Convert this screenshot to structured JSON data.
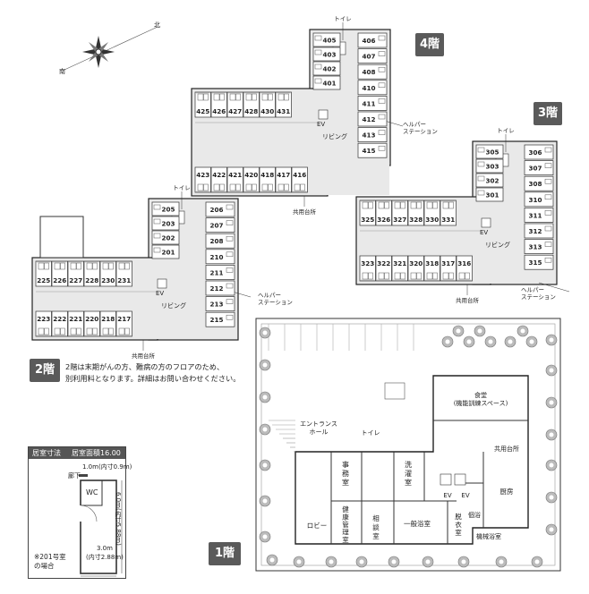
{
  "compass": {
    "north": "北",
    "south": "南"
  },
  "floor4": {
    "label": "4階",
    "rooms_vertical_left": [
      "405",
      "403",
      "402",
      "401"
    ],
    "rooms_vertical_right": [
      "406",
      "407",
      "408",
      "410",
      "411",
      "412",
      "413",
      "415"
    ],
    "rooms_top_row": [
      "425",
      "426",
      "427",
      "428",
      "430",
      "431"
    ],
    "rooms_bottom_row": [
      "423",
      "422",
      "421",
      "420",
      "418",
      "417",
      "416"
    ],
    "toilet": "トイレ",
    "ev": "EV",
    "living": "リビング",
    "kitchen": "共用台所",
    "helper": "ヘルパー\nステーション"
  },
  "floor3": {
    "label": "3階",
    "rooms_vertical_left": [
      "305",
      "303",
      "302",
      "301"
    ],
    "rooms_vertical_right": [
      "306",
      "307",
      "308",
      "310",
      "311",
      "312",
      "313",
      "315"
    ],
    "rooms_top_row": [
      "325",
      "326",
      "327",
      "328",
      "330",
      "331"
    ],
    "rooms_bottom_row": [
      "323",
      "322",
      "321",
      "320",
      "318",
      "317",
      "316"
    ],
    "toilet": "トイレ",
    "ev": "EV",
    "living": "リビング",
    "kitchen": "共用台所",
    "helper": "ヘルパー\nステーション"
  },
  "floor2": {
    "label": "2階",
    "rooms_vertical_left": [
      "205",
      "203",
      "202",
      "201"
    ],
    "rooms_vertical_right": [
      "206",
      "207",
      "208",
      "210",
      "211",
      "212",
      "213",
      "215"
    ],
    "rooms_top_row": [
      "225",
      "226",
      "227",
      "228",
      "230",
      "231"
    ],
    "rooms_bottom_row": [
      "223",
      "222",
      "221",
      "220",
      "218",
      "217"
    ],
    "toilet": "トイレ",
    "ev": "EV",
    "living": "リビング",
    "kitchen": "共用台所",
    "helper": "ヘルパー\nステーション",
    "note": "2階は末期がんの方、難病の方のフロアのため、\n別利用料となります。詳細はお問い合わせください。"
  },
  "floor1": {
    "label": "1階",
    "dining": "食堂\n(機能訓練スペース)",
    "entrance": "エントランス\nホール",
    "toilet": "トイレ",
    "office": "事\n務\n室",
    "laundry": "洗\n濯\n室",
    "kitchen_shared": "共用台所",
    "ev1": "EV",
    "ev2": "EV",
    "kitchen": "厨房",
    "lobby": "ロビー",
    "health": "健\n康\n管\n理\n室",
    "consult": "相\n談\n室",
    "bath": "一般浴室",
    "changing": "脱\n衣\n室",
    "individual_bath": "個浴",
    "machine_bath": "機械浴室"
  },
  "room_size": {
    "title": "居室寸法",
    "area": "居室面積16.00㎡",
    "width_top": "1.0m(内寸0.9m)",
    "corridor": "廊下",
    "wc": "WC",
    "height": "6.0m(内寸5.88m)",
    "width_bottom": "3.0m\n(内寸2.88m)",
    "note": "※201号室\nの場合"
  }
}
